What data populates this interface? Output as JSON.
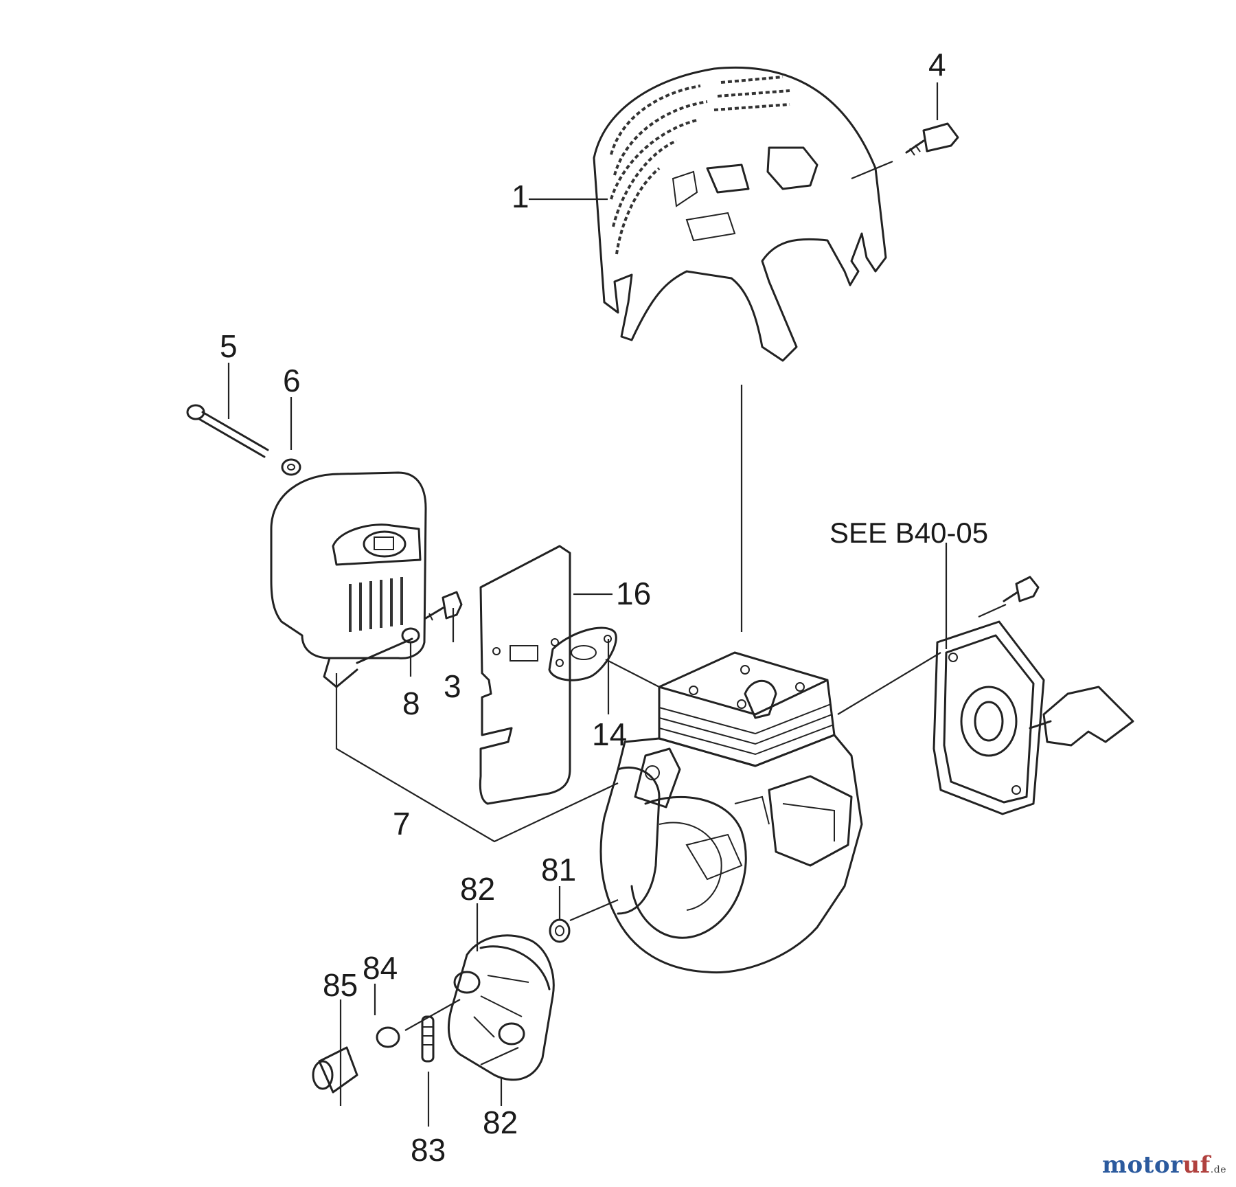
{
  "diagram": {
    "reference_note": "SEE B40-05",
    "callouts": [
      {
        "id": "c1",
        "text": "1"
      },
      {
        "id": "c4",
        "text": "4"
      },
      {
        "id": "c5",
        "text": "5"
      },
      {
        "id": "c6",
        "text": "6"
      },
      {
        "id": "c16",
        "text": "16"
      },
      {
        "id": "c8",
        "text": "8"
      },
      {
        "id": "c3",
        "text": "3"
      },
      {
        "id": "c14",
        "text": "14"
      },
      {
        "id": "c7",
        "text": "7"
      },
      {
        "id": "c81",
        "text": "81"
      },
      {
        "id": "c82a",
        "text": "82"
      },
      {
        "id": "c82b",
        "text": "82"
      },
      {
        "id": "c84",
        "text": "84"
      },
      {
        "id": "c85",
        "text": "85"
      },
      {
        "id": "c83",
        "text": "83"
      }
    ]
  },
  "watermark": {
    "part1": "motor",
    "part2": "uf",
    "suffix": ".de"
  }
}
